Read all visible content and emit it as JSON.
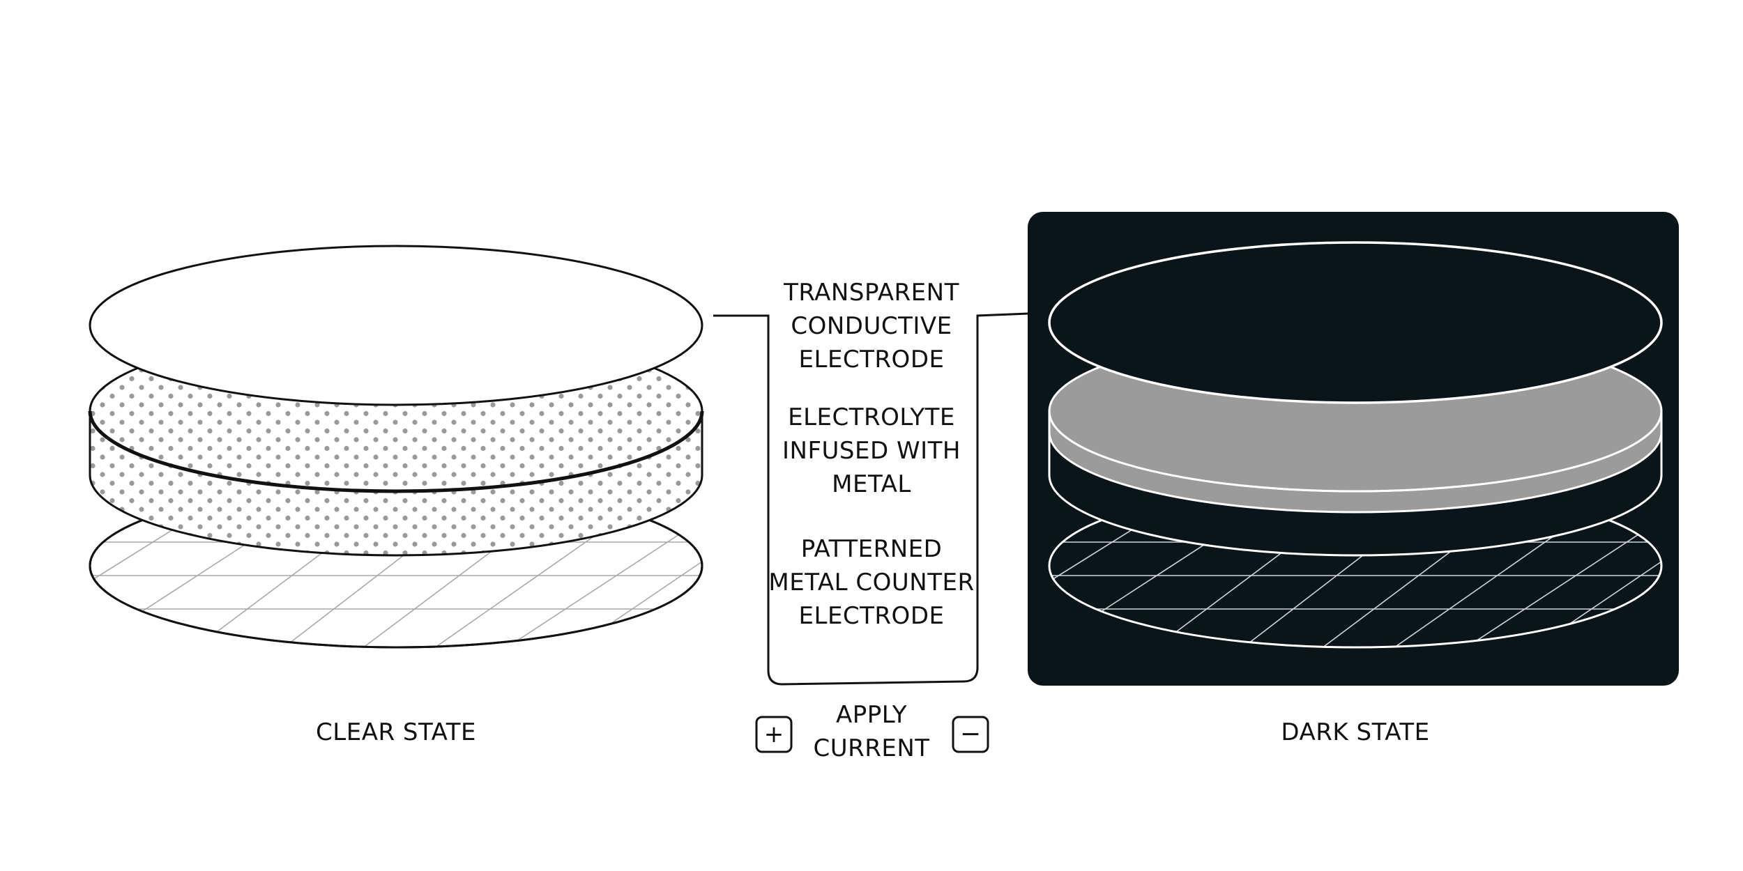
{
  "labels": {
    "electrode_top": [
      "TRANSPARENT",
      "CONDUCTIVE",
      "ELECTRODE"
    ],
    "electrolyte": [
      "ELECTROLYTE",
      "INFUSED WITH",
      "METAL"
    ],
    "counter_electrode": [
      "PATTERNED",
      "METAL COUNTER",
      "ELECTRODE"
    ],
    "apply_current": [
      "APPLY",
      "CURRENT"
    ],
    "clear_state": "CLEAR STATE",
    "dark_state": "DARK STATE",
    "plus_symbol": "+",
    "minus_symbol": "−"
  },
  "colors": {
    "line": "#111111",
    "dark_panel": "#0a1419",
    "dots": "#9a9a9a",
    "gray_layer": "#9b9b9b",
    "grid_light": "#a9a9a9",
    "grid_dark": "#cfd6da"
  }
}
